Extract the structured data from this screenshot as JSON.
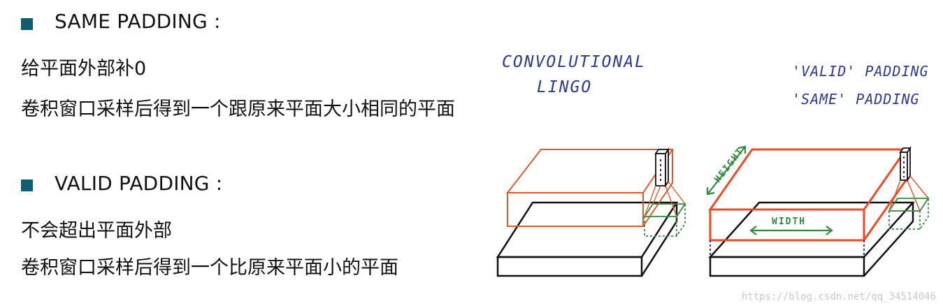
{
  "same": {
    "title": "SAME PADDING :",
    "line1": "给平面外部补0",
    "line2": "卷积窗口采样后得到一个跟原来平面大小相同的平面"
  },
  "valid": {
    "title": "VALID PADDING :",
    "line1": "不会超出平面外部",
    "line2": "卷积窗口采样后得到一个比原来平面小的平面"
  },
  "sketch": {
    "conv_line1": "CONVOLUTIONAL",
    "conv_line2": "LINGO",
    "valid_label": "'VALID' PADDING",
    "same_label": "'SAME' PADDING",
    "height_label": "HEIGHT",
    "width_label": "WIDTH"
  },
  "colors": {
    "bullet": "#0f5d70",
    "orange_box": "#e0592a",
    "red_box": "#ec4a24",
    "green": "#2f8a3c",
    "handwriting": "#2d3a92"
  },
  "watermark": "https://blog.csdn.net/qq_34514046"
}
